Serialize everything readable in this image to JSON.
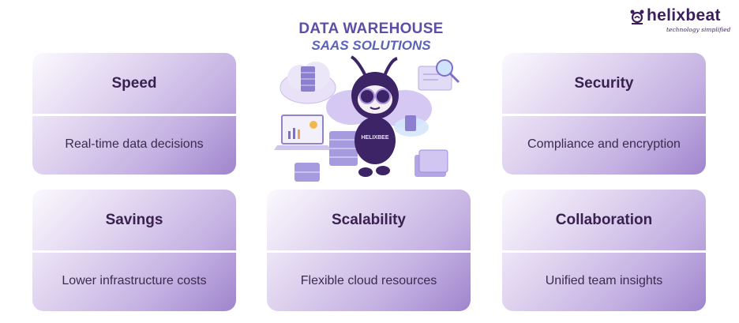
{
  "logo": {
    "wordmark": "helixbeat",
    "tagline": "technology simplified",
    "brand_color": "#3b1f5c"
  },
  "hero": {
    "title_line1": "DATA WAREHOUSE",
    "title_line2": "SAAS SOLUTIONS",
    "mascot_label": "HELIXBEE",
    "mascot_color": "#3d2466",
    "accent_color": "#b9a6ec"
  },
  "cards": [
    {
      "title": "Speed",
      "description": "Real-time data decisions"
    },
    {
      "title": "Security",
      "description": "Compliance and encryption"
    },
    {
      "title": "Savings",
      "description": "Lower infrastructure costs"
    },
    {
      "title": "Scalability",
      "description": "Flexible cloud resources"
    },
    {
      "title": "Collaboration",
      "description": "Unified team insights"
    }
  ],
  "colors": {
    "card_gradient_start": "#fbf9fe",
    "card_gradient_end": "#9f85cd",
    "card_title": "#3a2150",
    "card_text": "#3d2a4f"
  }
}
